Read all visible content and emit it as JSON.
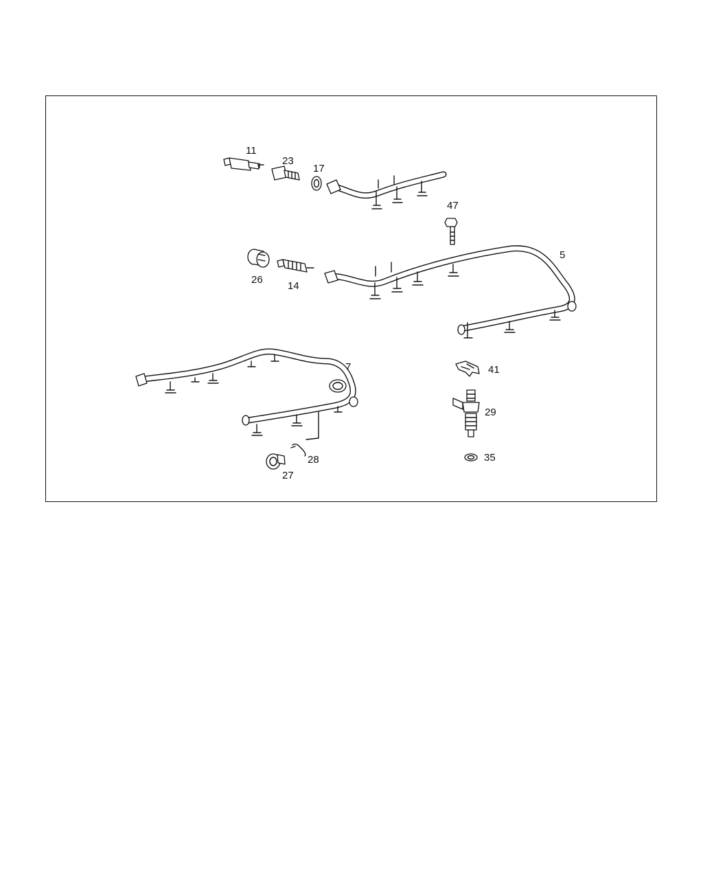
{
  "diagram": {
    "callouts": [
      {
        "id": "c11",
        "label": "11"
      },
      {
        "id": "c23",
        "label": "23"
      },
      {
        "id": "c17",
        "label": "17"
      },
      {
        "id": "c47",
        "label": "47"
      },
      {
        "id": "c5",
        "label": "5"
      },
      {
        "id": "c26",
        "label": "26"
      },
      {
        "id": "c14",
        "label": "14"
      },
      {
        "id": "c7",
        "label": "7"
      },
      {
        "id": "c41",
        "label": "41"
      },
      {
        "id": "c29",
        "label": "29"
      },
      {
        "id": "c28",
        "label": "28"
      },
      {
        "id": "c35",
        "label": "35"
      },
      {
        "id": "c27",
        "label": "27"
      }
    ]
  }
}
